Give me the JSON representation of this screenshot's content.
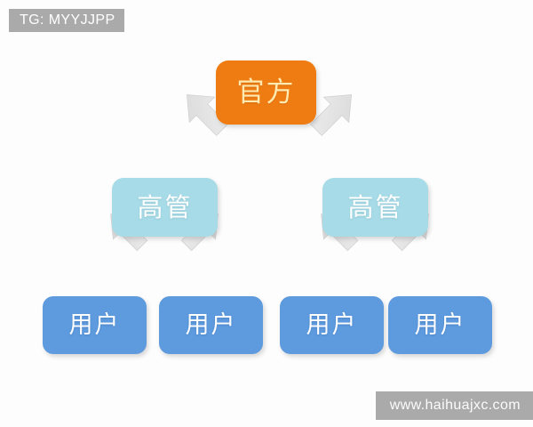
{
  "watermarks": {
    "top_left": "TG: MYYJJPP",
    "bottom_right": "www.haihuajxc.com"
  },
  "colors": {
    "background": "#fdfdfd",
    "official": "#ef7c13",
    "official_text": "#ffe9ae",
    "executive": "#a7dbe7",
    "executive_text": "#ffffff",
    "user": "#5e9bde",
    "user_text": "#ffffff",
    "arrow": "#e2e2e2",
    "watermark_bg": "#aaaaaa",
    "watermark_text": "#ffffff"
  },
  "diagram": {
    "type": "hierarchy-tree",
    "levels": 3,
    "root": {
      "label": "官方"
    },
    "level2": [
      {
        "label": "高管"
      },
      {
        "label": "高管"
      }
    ],
    "level3": [
      {
        "label": "用户"
      },
      {
        "label": "用户"
      },
      {
        "label": "用户"
      },
      {
        "label": "用户"
      }
    ],
    "connectors": [
      {
        "from": "官方",
        "to": "高管",
        "direction": "down-left"
      },
      {
        "from": "官方",
        "to": "高管",
        "direction": "down-right"
      },
      {
        "from": "高管",
        "to": "用户",
        "direction": "down-left"
      },
      {
        "from": "高管",
        "to": "用户",
        "direction": "down-right"
      },
      {
        "from": "高管",
        "to": "用户",
        "direction": "down-left"
      },
      {
        "from": "高管",
        "to": "用户",
        "direction": "down-right"
      }
    ]
  }
}
